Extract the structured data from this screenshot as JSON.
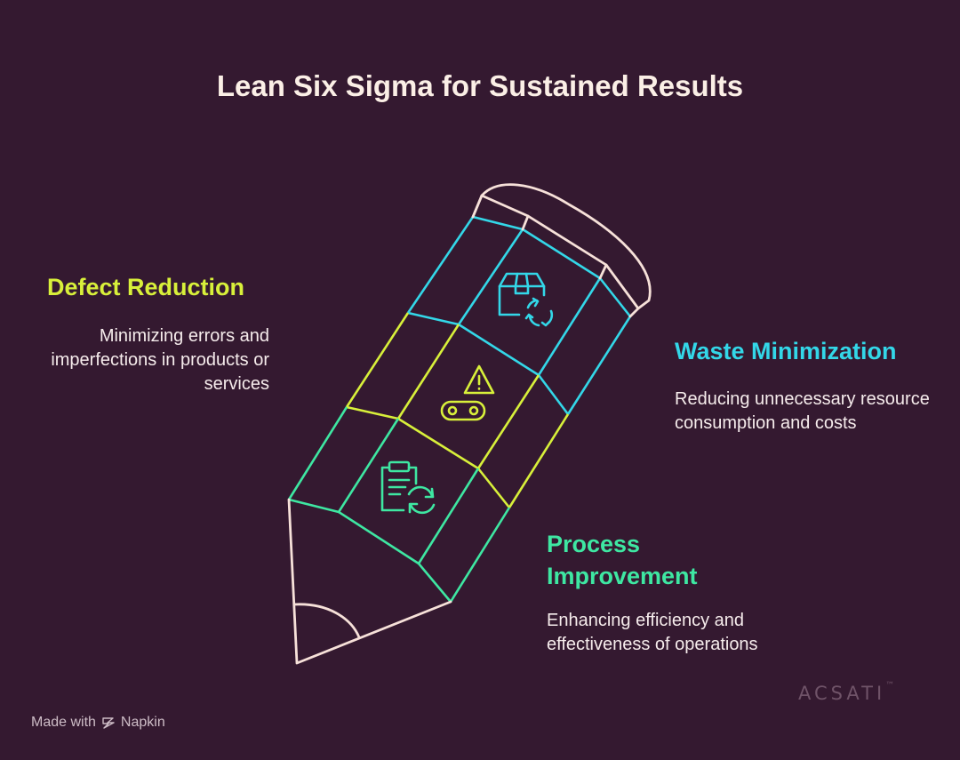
{
  "title": "Lean Six Sigma for Sustained Results",
  "sections": [
    {
      "heading": "Defect Reduction",
      "description": "Minimizing errors and imperfections in products or services",
      "color": "#d8f03a",
      "icon": "warning-conveyor-icon"
    },
    {
      "heading": "Waste Minimization",
      "description": "Reducing unnecessary resource consumption and costs",
      "color": "#33d7e8",
      "icon": "box-recycle-icon"
    },
    {
      "heading": "Process Improvement",
      "description": "Enhancing efficiency and effectiveness of operations",
      "color": "#3ee7a2",
      "icon": "clipboard-refresh-icon"
    }
  ],
  "outline_color": "#f7e1d9",
  "footer": {
    "made_with": "Made with",
    "tool": "Napkin",
    "brand": "ACSATI",
    "trademark": "™"
  }
}
